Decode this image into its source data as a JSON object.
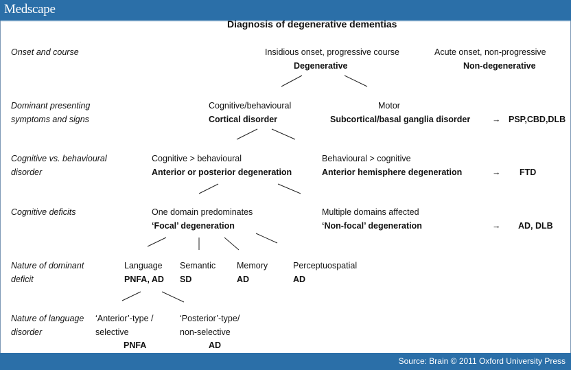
{
  "header": {
    "brand": "Medscape"
  },
  "footer": {
    "source": "Source: Brain © 2011 Oxford University Press"
  },
  "diagram": {
    "title": "Diagnosis of degenerative dementias",
    "row_labels": {
      "r1": "Onset and course",
      "r2a": "Dominant presenting",
      "r2b": "symptoms and signs",
      "r3a": "Cognitive vs. behavioural",
      "r3b": "disorder",
      "r4": "Cognitive deficits",
      "r5a": "Nature of dominant",
      "r5b": "deficit",
      "r6a": "Nature of language",
      "r6b": "disorder"
    },
    "nodes": {
      "insidious": "Insidious onset, progressive course",
      "degenerative": "Degenerative",
      "acute": "Acute onset, non-progressive",
      "nondegenerative": "Non-degenerative",
      "cog_behav": "Cognitive/behavioural",
      "cortical": "Cortical  disorder",
      "motor": "Motor",
      "subcortical": "Subcortical/basal ganglia disorder",
      "cog_gt_behav": "Cognitive > behavioural",
      "ant_post": "Anterior or posterior degeneration",
      "behav_gt_cog": "Behavioural > cognitive",
      "ant_hemi": "Anterior hemisphere degeneration",
      "one_domain": "One domain predominates",
      "focal": "‘Focal’ degeneration",
      "multiple": "Multiple domains affected",
      "nonfocal": "‘Non-focal’ degeneration",
      "language": "Language",
      "language_dx": "PNFA, AD",
      "semantic": "Semantic",
      "semantic_dx": "SD",
      "memory": "Memory",
      "memory_dx": "AD",
      "perceptuo": "Perceptuospatial",
      "perceptuo_dx": "AD",
      "anterior_type": "‘Anterior’-type /",
      "selective": "selective",
      "pnfa": "PNFA",
      "posterior_type": "‘Posterior’-type/",
      "nonselective": "non-selective",
      "ad": "AD"
    },
    "outcomes": {
      "psp": "PSP,CBD,DLB",
      "ftd": "FTD",
      "ad_dlb": "AD, DLB"
    },
    "arrow_glyph": "→"
  }
}
